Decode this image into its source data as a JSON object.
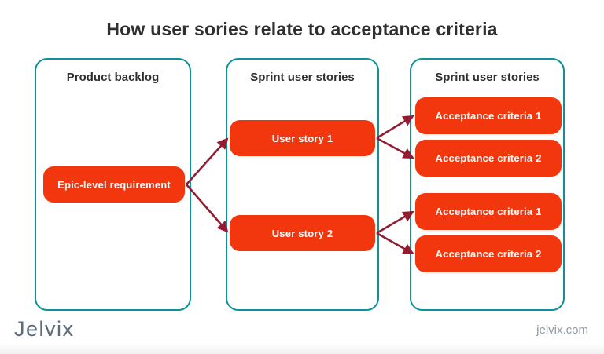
{
  "title": "How user sories relate to acceptance criteria",
  "columns": [
    {
      "header": "Product backlog",
      "boxes": [
        "Epic-level requirement"
      ]
    },
    {
      "header": "Sprint user stories",
      "boxes": [
        "User story 1",
        "User story 2"
      ]
    },
    {
      "header": "Sprint user stories",
      "boxes": [
        "Acceptance criteria 1",
        "Acceptance criteria 2",
        "Acceptance criteria 1",
        "Acceptance criteria 2"
      ]
    }
  ],
  "edges": [
    {
      "from": "Epic-level requirement",
      "to": "User story 1"
    },
    {
      "from": "Epic-level requirement",
      "to": "User story 2"
    },
    {
      "from": "User story 1",
      "to": "Acceptance criteria 1"
    },
    {
      "from": "User story 1",
      "to": "Acceptance criteria 2"
    },
    {
      "from": "User story 2",
      "to": "Acceptance criteria 1"
    },
    {
      "from": "User story 2",
      "to": "Acceptance criteria 2"
    }
  ],
  "footer": {
    "logo": "Jelvix",
    "website": "jelvix.com"
  },
  "colors": {
    "node_red": "#f2370f",
    "column_border_teal": "#0d9298",
    "arrow_dark_red": "#911d33",
    "title_text": "#2f2f2f",
    "logo_text": "#5c6b79",
    "website_text": "#8e99a4"
  }
}
